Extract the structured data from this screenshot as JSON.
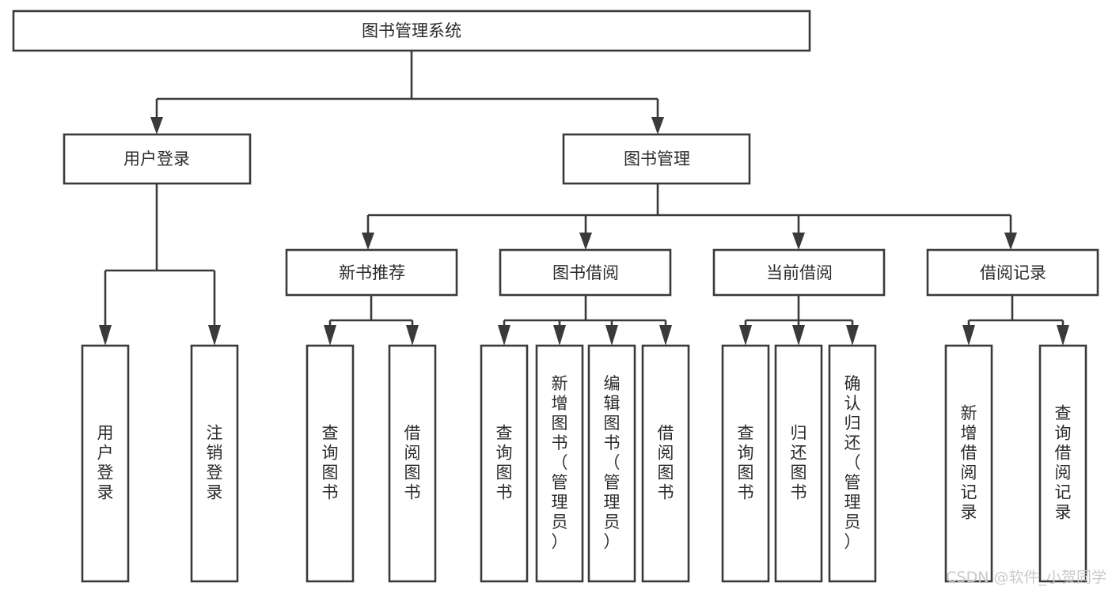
{
  "diagram": {
    "type": "tree-hierarchy",
    "title": "图书管理系统",
    "root": {
      "id": "root",
      "label": "图书管理系统",
      "orientation": "horizontal"
    },
    "level2": [
      {
        "id": "user-login",
        "label": "用户登录",
        "orientation": "horizontal"
      },
      {
        "id": "book-manage",
        "label": "图书管理",
        "orientation": "horizontal"
      }
    ],
    "level3": [
      {
        "id": "new-book-recommend",
        "label": "新书推荐",
        "orientation": "horizontal",
        "parent": "book-manage"
      },
      {
        "id": "book-borrow",
        "label": "图书借阅",
        "orientation": "horizontal",
        "parent": "book-manage"
      },
      {
        "id": "current-borrow",
        "label": "当前借阅",
        "orientation": "horizontal",
        "parent": "book-manage"
      },
      {
        "id": "borrow-record",
        "label": "借阅记录",
        "orientation": "horizontal",
        "parent": "book-manage"
      }
    ],
    "leaves": [
      {
        "id": "leaf-user-login",
        "label": "用户登录",
        "orientation": "vertical",
        "parent": "user-login"
      },
      {
        "id": "leaf-user-logout",
        "label": "注销登录",
        "orientation": "vertical",
        "parent": "user-login"
      },
      {
        "id": "leaf-query-book-1",
        "label": "查询图书",
        "orientation": "vertical",
        "parent": "new-book-recommend"
      },
      {
        "id": "leaf-borrow-book-1",
        "label": "借阅图书",
        "orientation": "vertical",
        "parent": "new-book-recommend"
      },
      {
        "id": "leaf-query-book-2",
        "label": "查询图书",
        "orientation": "vertical",
        "parent": "book-borrow"
      },
      {
        "id": "leaf-add-book",
        "label": "新增图书（管理员）",
        "orientation": "vertical",
        "parent": "book-borrow"
      },
      {
        "id": "leaf-edit-book",
        "label": "编辑图书（管理员）",
        "orientation": "vertical",
        "parent": "book-borrow"
      },
      {
        "id": "leaf-borrow-book-2",
        "label": "借阅图书",
        "orientation": "vertical",
        "parent": "book-borrow"
      },
      {
        "id": "leaf-query-book-3",
        "label": "查询图书",
        "orientation": "vertical",
        "parent": "current-borrow"
      },
      {
        "id": "leaf-return-book",
        "label": "归还图书",
        "orientation": "vertical",
        "parent": "current-borrow"
      },
      {
        "id": "leaf-confirm-return",
        "label": "确认归还（管理员）",
        "orientation": "vertical",
        "parent": "current-borrow"
      },
      {
        "id": "leaf-add-record",
        "label": "新增借阅记录",
        "orientation": "vertical",
        "parent": "borrow-record"
      },
      {
        "id": "leaf-query-record",
        "label": "查询借阅记录",
        "orientation": "vertical",
        "parent": "borrow-record"
      }
    ],
    "colors": {
      "box_stroke": "#3a3a3a",
      "box_fill": "#ffffff",
      "connector": "#3a3a3a",
      "text": "#2b2b2b",
      "background": "#ffffff",
      "watermark": "#c9c9c9"
    }
  },
  "watermark": {
    "text": "CSDN @软件_小贺同学"
  }
}
